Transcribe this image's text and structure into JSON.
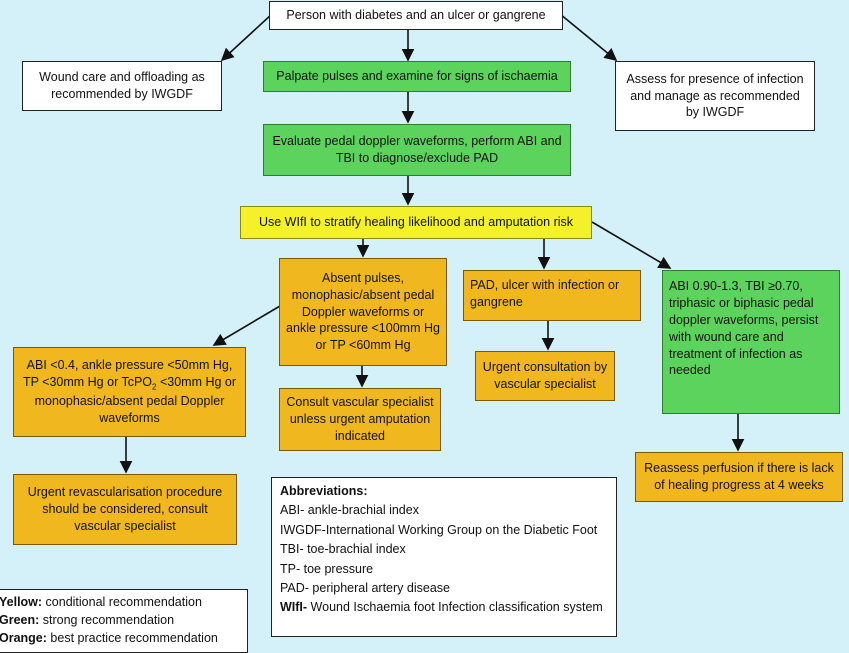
{
  "nodes": {
    "start": "Person with diabetes and an ulcer or gangrene",
    "wound_care": "Wound care and offloading as recommended by IWGDF",
    "palpate": "Palpate pulses and examine for signs of ischaemia",
    "infection": "Assess for presence of infection and manage  as recommended by IWGDF",
    "evaluate": "Evaluate pedal doppler waveforms, perform ABI and TBI to diagnose/exclude PAD",
    "wifi": "Use WIfI to stratify healing likelihood and amputation risk",
    "absent_pulses": "Absent pulses, monophasic/absent pedal Doppler waveforms or ankle pressure <100mm Hg or TP <60mm Hg",
    "pad_infection": "PAD, ulcer with infection or gangrene",
    "abi_normal": "ABI 0.90-1.3, TBI ≥0.70, triphasic or biphasic pedal doppler waveforms, persist with wound care and treatment of infection as needed",
    "abi_low_a": "ABI <0.4, ankle pressure <50mm Hg, TP <30mm Hg or TcPO",
    "abi_low_sub": "2",
    "abi_low_b": " <30mm Hg or monophasic/absent pedal Doppler waveforms",
    "consult": "Consult vascular specialist unless urgent amputation indicated",
    "urgent_consult": "Urgent consultation by vascular specialist",
    "reassess": "Reassess perfusion if there is lack of healing progress at 4 weeks",
    "revasc": "Urgent revascularisation procedure should be considered, consult vascular specialist"
  },
  "abbreviations": {
    "title": "Abbreviations:",
    "items": [
      "ABI- ankle-brachial index",
      "IWGDF-International Working Group on the Diabetic Foot",
      "TBI- toe-brachial index",
      "TP- toe pressure",
      "PAD- peripheral artery disease"
    ],
    "wifi_key": "WIfI-",
    "wifi_text": " Wound Ischaemia foot Infection classification system"
  },
  "legend": [
    {
      "label": "Yellow:",
      "text": " conditional recommendation"
    },
    {
      "label": "Green:",
      "text": " strong recommendation"
    },
    {
      "label": "Orange:",
      "text": " best practice recommendation"
    }
  ],
  "colors": {
    "background": "#d4f1f9",
    "green": "#5cd35c",
    "yellow": "#f4f02a",
    "orange": "#f0b81e"
  }
}
